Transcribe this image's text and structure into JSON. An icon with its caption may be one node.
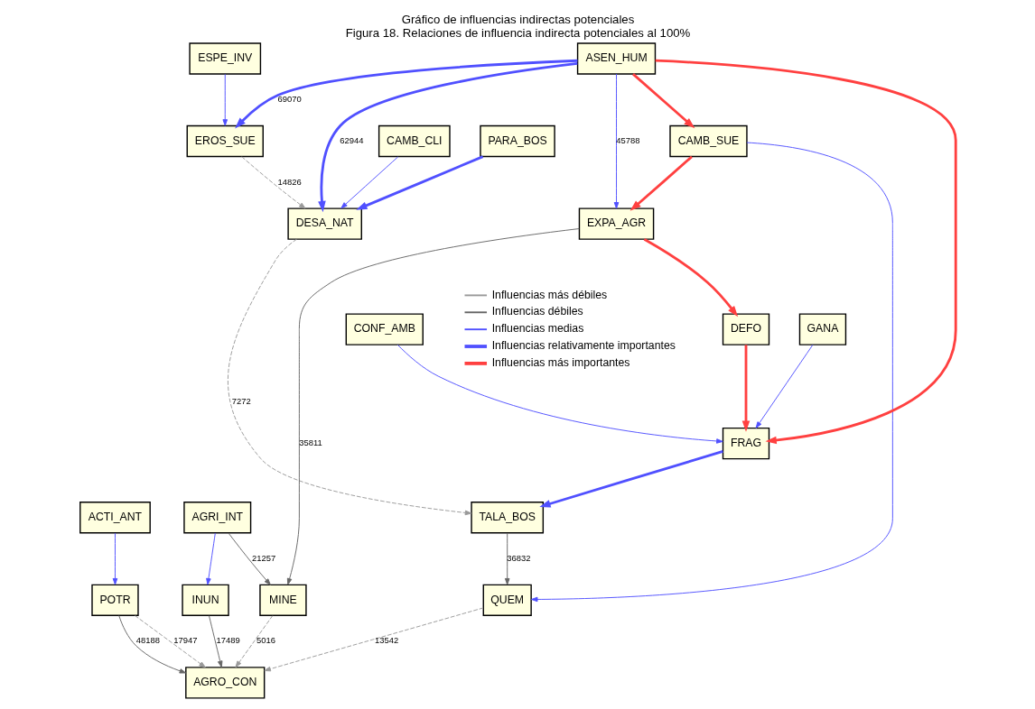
{
  "diagram": {
    "title": "Gráfico de influencias indirectas potenciales",
    "caption": "Figura 18. Relaciones de influencia indirecta potenciales al 100%",
    "nodes": [
      {
        "text": [
          "TALA_BOS"
        ]
      },
      {
        "text": [
          "DESA_NAT"
        ]
      },
      {
        "text": [
          "QUEM"
        ]
      },
      {
        "text": [
          "CAMB_CLI"
        ]
      },
      {
        "text": [
          "FRAG"
        ]
      },
      {
        "text": [
          "POTR"
        ]
      },
      {
        "text": [
          "PARA_BOS"
        ]
      },
      {
        "text": [
          "CAMB_SUE"
        ]
      },
      {
        "text": [
          "EROS_SUE"
        ]
      },
      {
        "text": [
          "AGRO_CON"
        ]
      },
      {
        "text": [
          "DEFO"
        ]
      },
      {
        "text": [
          "INUN"
        ]
      },
      {
        "text": [
          "GANA"
        ]
      },
      {
        "text": [
          "ESPE_INV"
        ]
      },
      {
        "text": [
          "ACTI_ANT"
        ]
      },
      {
        "text": [
          "CONF_AMB"
        ]
      },
      {
        "text": [
          "ASEN_HUM"
        ]
      },
      {
        "text": [
          "AGRI_INT"
        ]
      },
      {
        "text": [
          "MINE"
        ]
      },
      {
        "text": [
          "EXPA_AGR"
        ]
      }
    ],
    "edges": [
      {
        "from": 16,
        "to": 7,
        "arrow": "to",
        "style": "thick",
        "color": "#ff4040"
      },
      {
        "from": 16,
        "to": 4,
        "arrow": "to",
        "style": "thick",
        "color": "#ff4040"
      },
      {
        "from": 7,
        "to": 19,
        "arrow": "to",
        "style": "thick",
        "color": "#ff4040"
      },
      {
        "from": 19,
        "to": 10,
        "arrow": "to",
        "style": "thick",
        "color": "#ff4040"
      },
      {
        "from": 10,
        "to": 4,
        "arrow": "to",
        "style": "thick",
        "color": "#ff4040"
      },
      {
        "from": 1,
        "to": 0,
        "arrow": "to",
        "label": "7272",
        "style": "dashed",
        "color": "#999999"
      },
      {
        "from": 8,
        "to": 1,
        "arrow": "to",
        "label": "14826",
        "style": "dashed",
        "color": "#999999"
      },
      {
        "from": 0,
        "to": 2,
        "arrow": "to",
        "label": "36832",
        "color": "#666666"
      },
      {
        "from": 2,
        "to": 9,
        "arrow": "to",
        "label": "13542",
        "style": "dashed",
        "color": "#999999"
      },
      {
        "from": 5,
        "to": 9,
        "arrow": "to",
        "label": "17947",
        "style": "dashed",
        "color": "#999999"
      },
      {
        "from": 5,
        "to": 9,
        "arrow": "to",
        "label": "48188",
        "color": "#666666"
      },
      {
        "from": 11,
        "to": 9,
        "arrow": "to",
        "label": "17489",
        "color": "#666666"
      },
      {
        "from": 18,
        "to": 9,
        "arrow": "to",
        "label": "5016",
        "style": "dashed",
        "color": "#999999"
      },
      {
        "from": 19,
        "to": 18,
        "arrow": "to",
        "label": "35811",
        "color": "#666666"
      },
      {
        "from": 17,
        "to": 18,
        "arrow": "to",
        "label": "21257",
        "color": "#666666"
      },
      {
        "from": 16,
        "to": 19,
        "arrow": "to",
        "label": "45788"
      },
      {
        "from": 16,
        "to": 1,
        "arrow": "to",
        "label": "62944",
        "style": "thick"
      },
      {
        "from": 16,
        "to": 8,
        "arrow": "to",
        "label": "69070",
        "style": "thick"
      },
      {
        "from": 4,
        "to": 0,
        "arrow": "to",
        "style": "thick"
      },
      {
        "from": 6,
        "to": 1,
        "arrow": "to",
        "style": "thick"
      },
      {
        "from": 3,
        "to": 1,
        "arrow": "to"
      },
      {
        "from": 13,
        "to": 8,
        "arrow": "to"
      },
      {
        "from": 12,
        "to": 4,
        "arrow": "to"
      },
      {
        "from": 14,
        "to": 5,
        "arrow": "to"
      },
      {
        "from": 15,
        "to": 4,
        "arrow": "to"
      },
      {
        "from": 17,
        "to": 11,
        "arrow": "to"
      },
      {
        "from": 7,
        "to": 2,
        "arrow": "to"
      }
    ],
    "legend": [
      {
        "text": "Influencias más débiles"
      },
      {
        "text": "Influencias débiles"
      },
      {
        "text": "Influencias medias"
      },
      {
        "text": "Influencias relativamente importantes"
      },
      {
        "text": "Influencias más importantes"
      }
    ]
  }
}
